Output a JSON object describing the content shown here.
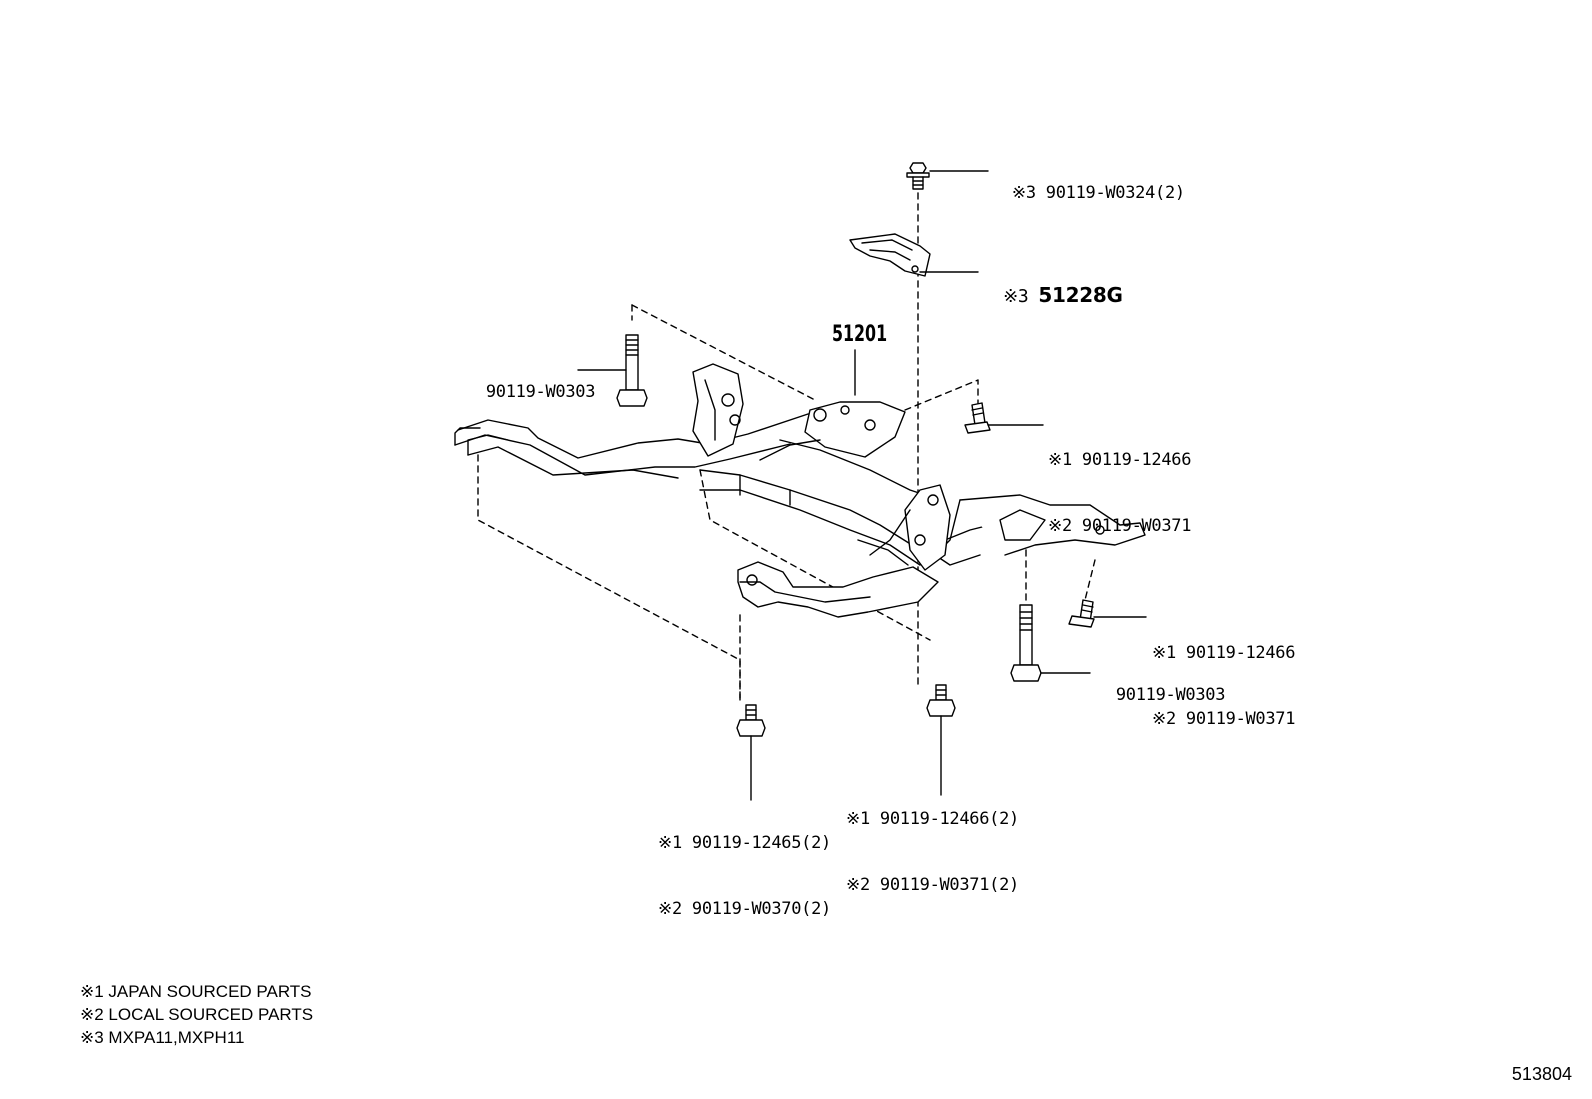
{
  "title_code": "51201",
  "labels": {
    "top_bolt": {
      "mark": "※3",
      "part": "90119-W0324(2)"
    },
    "brace": {
      "mark": "※3",
      "part": "51228G"
    },
    "left_bolt": {
      "part": "90119-W0303"
    },
    "right_bolt_upper": {
      "line1_mark": "※1",
      "line1_part": "90119-12466",
      "line2_mark": "※2",
      "line2_part": "90119-W0371"
    },
    "right_bolt_lower": {
      "line1_mark": "※1",
      "line1_part": "90119-12466",
      "line2_mark": "※2",
      "line2_part": "90119-W0371"
    },
    "right_long_bolt": {
      "part": "90119-W0303"
    },
    "bottom_center": {
      "line1_mark": "※1",
      "line1_part": "90119-12466(2)",
      "line2_mark": "※2",
      "line2_part": "90119-W0371(2)"
    },
    "bottom_left": {
      "line1_mark": "※1",
      "line1_part": "90119-12465(2)",
      "line2_mark": "※2",
      "line2_part": "90119-W0370(2)"
    }
  },
  "legend": [
    "※1 JAPAN SOURCED PARTS",
    "※2 LOCAL SOURCED PARTS",
    "※3 MXPA11,MXPH11"
  ],
  "figure_number": "513804",
  "icons": [
    "bolt-icon",
    "crossmember-drawing",
    "brace-drawing"
  ]
}
